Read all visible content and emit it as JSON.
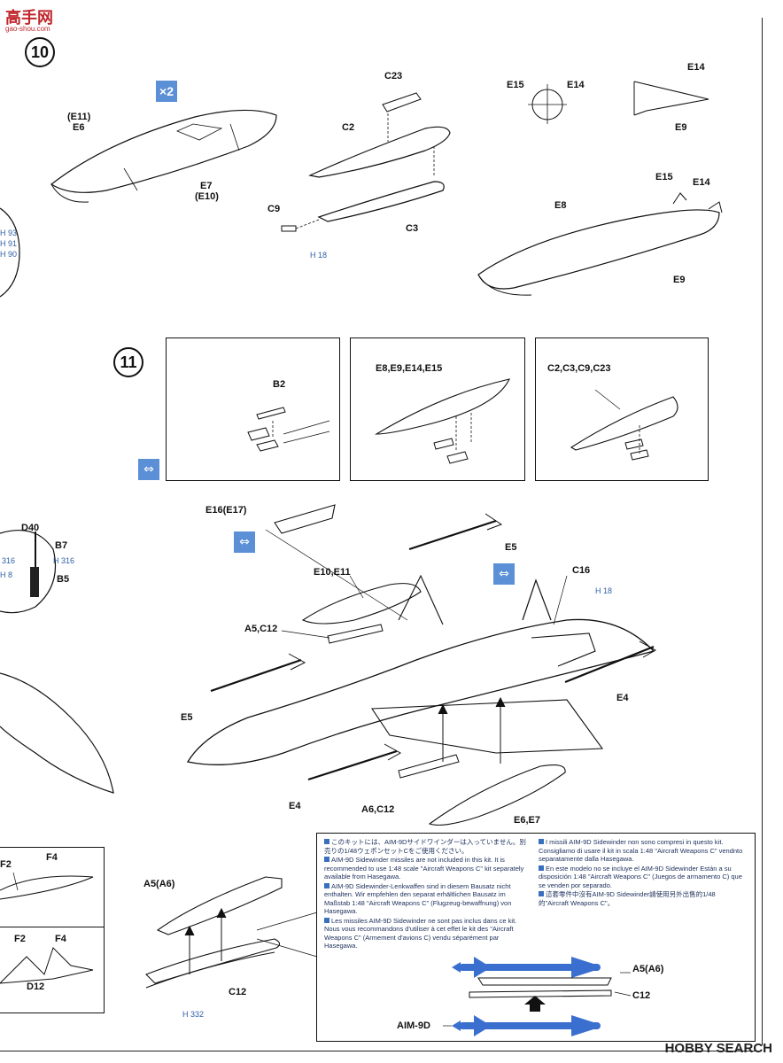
{
  "header": {
    "logo": "高手网",
    "logo_sub": "gao-shou.com"
  },
  "steps": {
    "step10": "10",
    "step11": "11"
  },
  "multiplier": "×2",
  "labels": {
    "e11_paren": "(E11)",
    "e6": "E6",
    "e7": "E7",
    "e10_paren": "(E10)",
    "c23": "C23",
    "c2": "C2",
    "c9": "C9",
    "c3": "C3",
    "e15_a": "E15",
    "e14_a": "E14",
    "e14_b": "E14",
    "e9_a": "E9",
    "e15_b": "E15",
    "e14_c": "E14",
    "e8": "E8",
    "e9_b": "E9",
    "box1": "B2",
    "box2": "E8,E9,E14,E15",
    "box3": "C2,C3,C9,C23",
    "e16": "E16(E17)",
    "e10e11": "E10,E11",
    "c16": "C16",
    "a5c12_top": "A5,C12",
    "e5_top": "E5",
    "e5_left": "E5",
    "e4_right": "E4",
    "e4_bottom": "E4",
    "a6c12": "A6,C12",
    "e6e7": "E6,E7",
    "d40": "D40",
    "b7": "B7",
    "b5": "B5",
    "f2_a": "F2",
    "f4_a": "F4",
    "f2_b": "F2",
    "f4_b": "F4",
    "d12": "D12",
    "a5a6": "A5(A6)",
    "c12": "C12",
    "a5a6_b": "A5(A6)",
    "c12_b": "C12",
    "aim9d": "AIM-9D"
  },
  "refs": {
    "h18_a": "H 18",
    "h18_b": "H 18",
    "h93": "H 93",
    "h91": "H 91",
    "h90": "H 90",
    "h316_a": "316",
    "h316_b": "H 316",
    "h8": "H 8",
    "h332": "H 332"
  },
  "notes": {
    "jp": "このキットには、AIM-9Dサイドワインダーは入っていません。別売りの1/48ウェポンセットCをご使用ください。",
    "en": "AIM-9D Sidewinder missiles are not included in this kit. It is recommended to use 1:48 scale \"Aircraft Weapons C\" kit separately available from Hasegawa.",
    "de": "AIM-9D Sidewinder-Lenkwaffen sind in diesem Bausatz nicht enthalten. Wir empfehlen den separat erhältlichen Bausatz im Maßstab 1:48 \"Aircraft Weapons C\" (Flugzeug-bewaffnung) von Hasegawa.",
    "fr": "Les missiles AIM-9D Sidewinder ne sont pas inclus dans ce kit. Nous vous recommandons d'utiliser à cet effet le kit des \"Aircraft Weapons C\" (Armement d'avions C) vendu séparément par Hasegawa.",
    "it": "I missili AIM-9D Sidewinder non sono compresi in questo kit. Consigliamo di usare il kit in scala 1:48 \"Aircraft Weapons C\" vendnto separatamente dalla Hasegawa.",
    "es": "En este modelo no se incluye el AIM-9D Sidewinder Están a su disposición 1:48 \"Aircraft Weapons C\" (Juegos de armamento C) que se venden por separado.",
    "zh": "這套零件中沒有AIM-9D Sidewinder請使用另外出售的1/48的\"Aircraft Weapons C\"。"
  },
  "watermark": "HOBBY SEARCH",
  "colors": {
    "accent": "#5b8fd6",
    "ink": "#111111",
    "missile": "#3a6fd0",
    "ref": "#2f5fa8"
  }
}
